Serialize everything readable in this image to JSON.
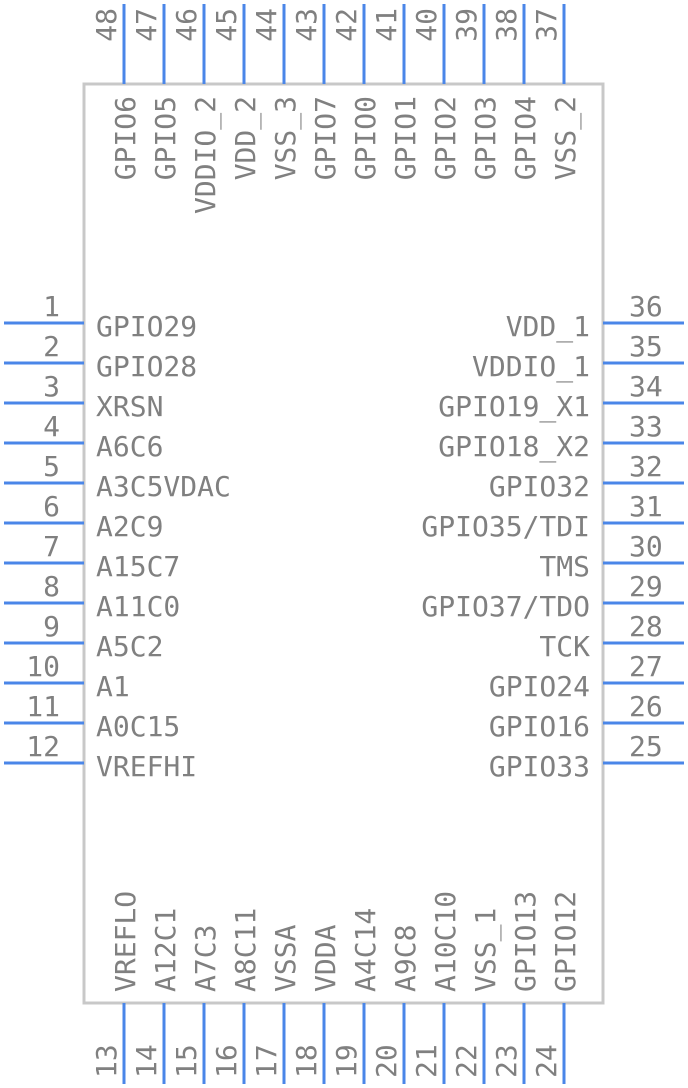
{
  "pins": {
    "left": [
      {
        "num": "1",
        "label": "GPIO29"
      },
      {
        "num": "2",
        "label": "GPIO28"
      },
      {
        "num": "3",
        "label": "XRSN"
      },
      {
        "num": "4",
        "label": "A6C6"
      },
      {
        "num": "5",
        "label": "A3C5VDAC"
      },
      {
        "num": "6",
        "label": "A2C9"
      },
      {
        "num": "7",
        "label": "A15C7"
      },
      {
        "num": "8",
        "label": "A11C0"
      },
      {
        "num": "9",
        "label": "A5C2"
      },
      {
        "num": "10",
        "label": "A1"
      },
      {
        "num": "11",
        "label": "A0C15"
      },
      {
        "num": "12",
        "label": "VREFHI"
      }
    ],
    "bottom": [
      {
        "num": "13",
        "label": "VREFLO"
      },
      {
        "num": "14",
        "label": "A12C1"
      },
      {
        "num": "15",
        "label": "A7C3"
      },
      {
        "num": "16",
        "label": "A8C11"
      },
      {
        "num": "17",
        "label": "VSSA"
      },
      {
        "num": "18",
        "label": "VDDA"
      },
      {
        "num": "19",
        "label": "A4C14"
      },
      {
        "num": "20",
        "label": "A9C8"
      },
      {
        "num": "21",
        "label": "A10C10"
      },
      {
        "num": "22",
        "label": "VSS_1"
      },
      {
        "num": "23",
        "label": "GPIO13"
      },
      {
        "num": "24",
        "label": "GPIO12"
      }
    ],
    "right": [
      {
        "num": "25",
        "label": "GPIO33"
      },
      {
        "num": "26",
        "label": "GPIO16"
      },
      {
        "num": "27",
        "label": "GPIO24"
      },
      {
        "num": "28",
        "label": "TCK"
      },
      {
        "num": "29",
        "label": "GPIO37/TDO"
      },
      {
        "num": "30",
        "label": "TMS"
      },
      {
        "num": "31",
        "label": "GPIO35/TDI"
      },
      {
        "num": "32",
        "label": "GPIO32"
      },
      {
        "num": "33",
        "label": "GPIO18_X2"
      },
      {
        "num": "34",
        "label": "GPIO19_X1"
      },
      {
        "num": "35",
        "label": "VDDIO_1"
      },
      {
        "num": "36",
        "label": "VDD_1"
      }
    ],
    "top": [
      {
        "num": "37",
        "label": "VSS_2"
      },
      {
        "num": "38",
        "label": "GPIO4"
      },
      {
        "num": "39",
        "label": "GPIO3"
      },
      {
        "num": "40",
        "label": "GPIO2"
      },
      {
        "num": "41",
        "label": "GPIO1"
      },
      {
        "num": "42",
        "label": "GPIO0"
      },
      {
        "num": "43",
        "label": "GPIO7"
      },
      {
        "num": "44",
        "label": "VSS_3"
      },
      {
        "num": "45",
        "label": "VDD_2"
      },
      {
        "num": "46",
        "label": "VDDIO_2"
      },
      {
        "num": "47",
        "label": "GPIO5"
      },
      {
        "num": "48",
        "label": "GPIO6"
      }
    ]
  },
  "colors": {
    "pin": "#4a86e8",
    "body_outline": "#c8c8c8",
    "text": "#808080"
  }
}
